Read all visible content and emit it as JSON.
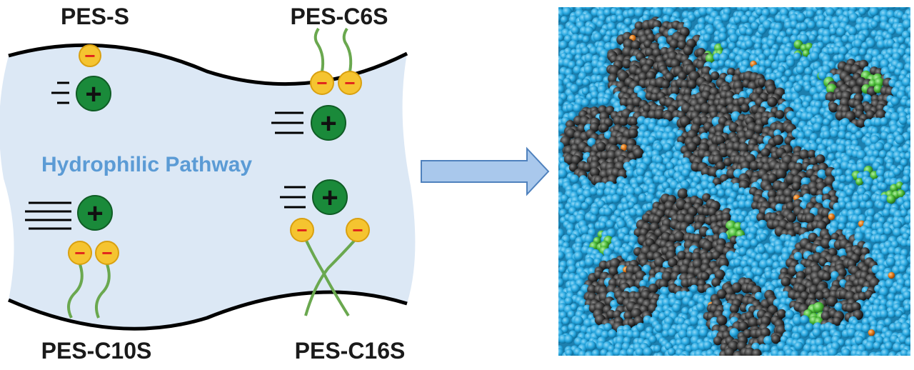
{
  "labels": {
    "top_left": "PES-S",
    "top_right": "PES-C6S",
    "bottom_left": "PES-C10S",
    "bottom_right": "PES-C16S",
    "pathway": "Hydrophilic Pathway"
  },
  "symbols": {
    "minus": "−",
    "plus": "+"
  },
  "colors": {
    "channel_fill": "#dce8f5",
    "wall": "#000000",
    "anion": "#f5c430",
    "anion_stroke": "#d9a010",
    "minus": "#e0201b",
    "cation": "#1a8a3a",
    "chain": "#6aa84f",
    "pathway_text": "#5b9bd5",
    "arrow_fill": "#a9c8ec",
    "arrow_stroke": "#4f81bd",
    "sim_blue": "#29a8e0",
    "sim_black": "#3a3a3a",
    "sim_green": "#4cbb3a",
    "sim_orange": "#e07a1a"
  }
}
